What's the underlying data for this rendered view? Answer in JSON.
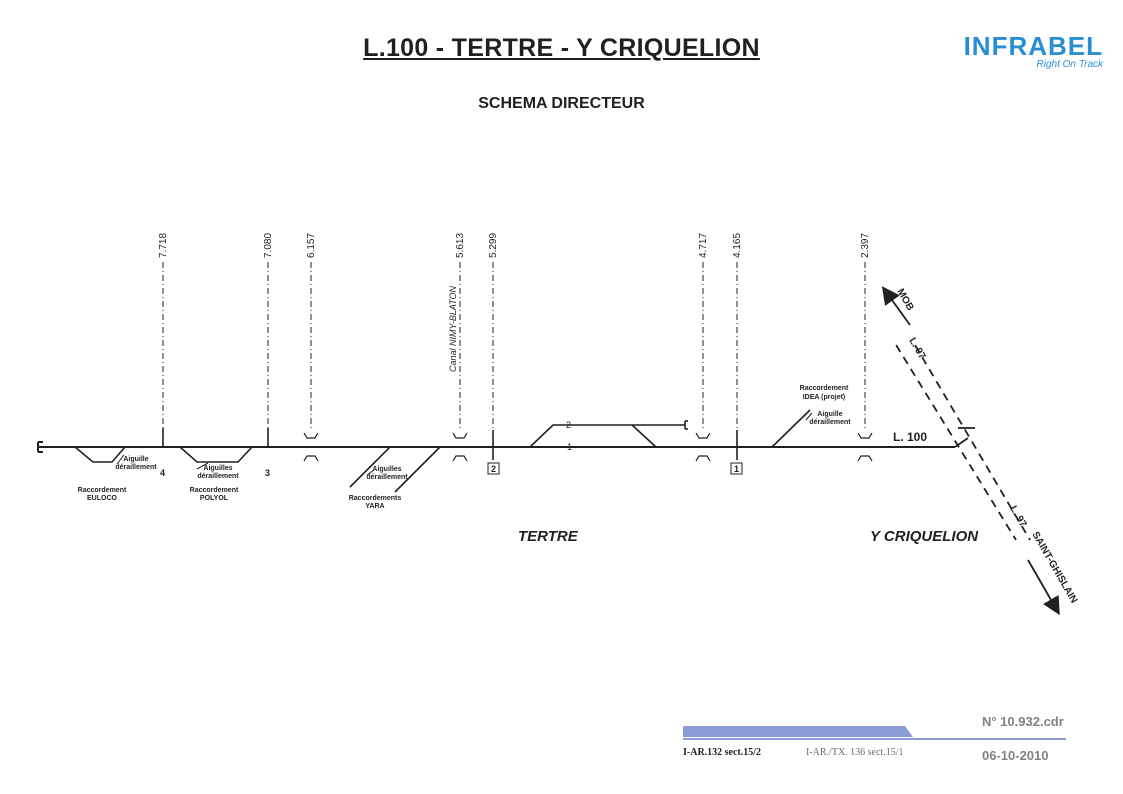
{
  "title": "L.100 - TERTRE - Y CRIQUELION",
  "subtitle": "SCHEMA DIRECTEUR",
  "logo": {
    "name": "INFRABEL",
    "tagline": "Right On Track",
    "color": "#2b8ed2"
  },
  "km_markers": [
    "7.718",
    "7.080",
    "6.157",
    "5.613",
    "5.299",
    "4.717",
    "4.165",
    "2.397"
  ],
  "canal_label": "Canal NIMY-BLATON",
  "line_label": "L. 100",
  "track_numbers": [
    "1",
    "2"
  ],
  "signal_numbers": [
    "4",
    "3"
  ],
  "boxed_numbers": [
    "2",
    "1"
  ],
  "labels": {
    "euloco_1": "Raccordement",
    "euloco_2": "EULOCO",
    "aiguille_1": "Aiguille",
    "aiguille_2": "déraillement",
    "polyol_1": "Raccordement",
    "polyol_2": "POLYOL",
    "aiguilles_1": "Aiguilles",
    "aiguilles_2": "déraillement",
    "yara_aig_1": "Aiguilles",
    "yara_aig_2": "déraillement",
    "yara_1": "Raccordements",
    "yara_2": "YARA",
    "idea_1": "Raccordement",
    "idea_2": "IDEA (projet)",
    "idea_aig_1": "Aiguille",
    "idea_aig_2": "déraillement"
  },
  "stations": [
    "TERTRE",
    "Y CRIQUELION"
  ],
  "l97_label": "L. 97",
  "directions": [
    "MOB",
    "SAINT-GHISLAIN"
  ],
  "footer": {
    "number": "N° 10.932.cdr",
    "ref1": "I-AR.132 sect.15/2",
    "ref2": "I-AR./TX. 136 sect.15/1",
    "date": "06-10-2010",
    "bar_color": "#8a9bd6"
  }
}
